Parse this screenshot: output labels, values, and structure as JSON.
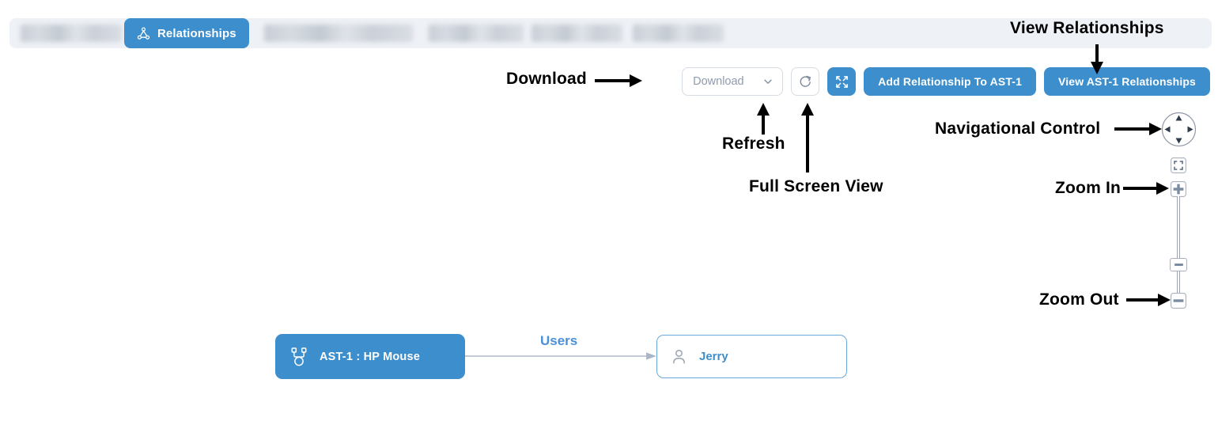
{
  "tabbar": {
    "active_tab": {
      "label": "Relationships",
      "icon": "relationship-graph-icon"
    },
    "hidden_tabs_count": 5
  },
  "toolbar": {
    "download_placeholder": "Download",
    "download_chevron_icon": "chevron-down-icon",
    "refresh_icon": "refresh-icon",
    "fullscreen_icon": "fullscreen-expand-icon",
    "add_relationship_label": "Add Relationship To AST-1",
    "view_relationships_label": "View AST-1 Relationships"
  },
  "map_controls": {
    "nav_icon": "navigational-compass-icon",
    "fit_icon": "fit-to-screen-icon",
    "zoom_in_icon": "zoom-in-plus-icon",
    "zoom_out_icon": "zoom-out-minus-icon"
  },
  "graph": {
    "source_node": {
      "label": "AST-1 : HP Mouse",
      "icon": "mouse-device-icon"
    },
    "target_node": {
      "label": "Jerry",
      "icon": "person-icon"
    },
    "edge_label": "Users"
  },
  "annotations": [
    {
      "id": "download",
      "text": "Download"
    },
    {
      "id": "refresh",
      "text": "Refresh"
    },
    {
      "id": "fullscreen",
      "text": "Full Screen View"
    },
    {
      "id": "view-rels",
      "text": "View Relationships"
    },
    {
      "id": "nav-control",
      "text": "Navigational Control"
    },
    {
      "id": "zoom-in",
      "text": "Zoom In"
    },
    {
      "id": "zoom-out",
      "text": "Zoom Out"
    }
  ],
  "colors": {
    "accent_blue": "#3d8ecd",
    "tabbar_bg": "#eef1f6",
    "edge_gray": "#b8c4d2",
    "annotation_black": "#000000"
  }
}
